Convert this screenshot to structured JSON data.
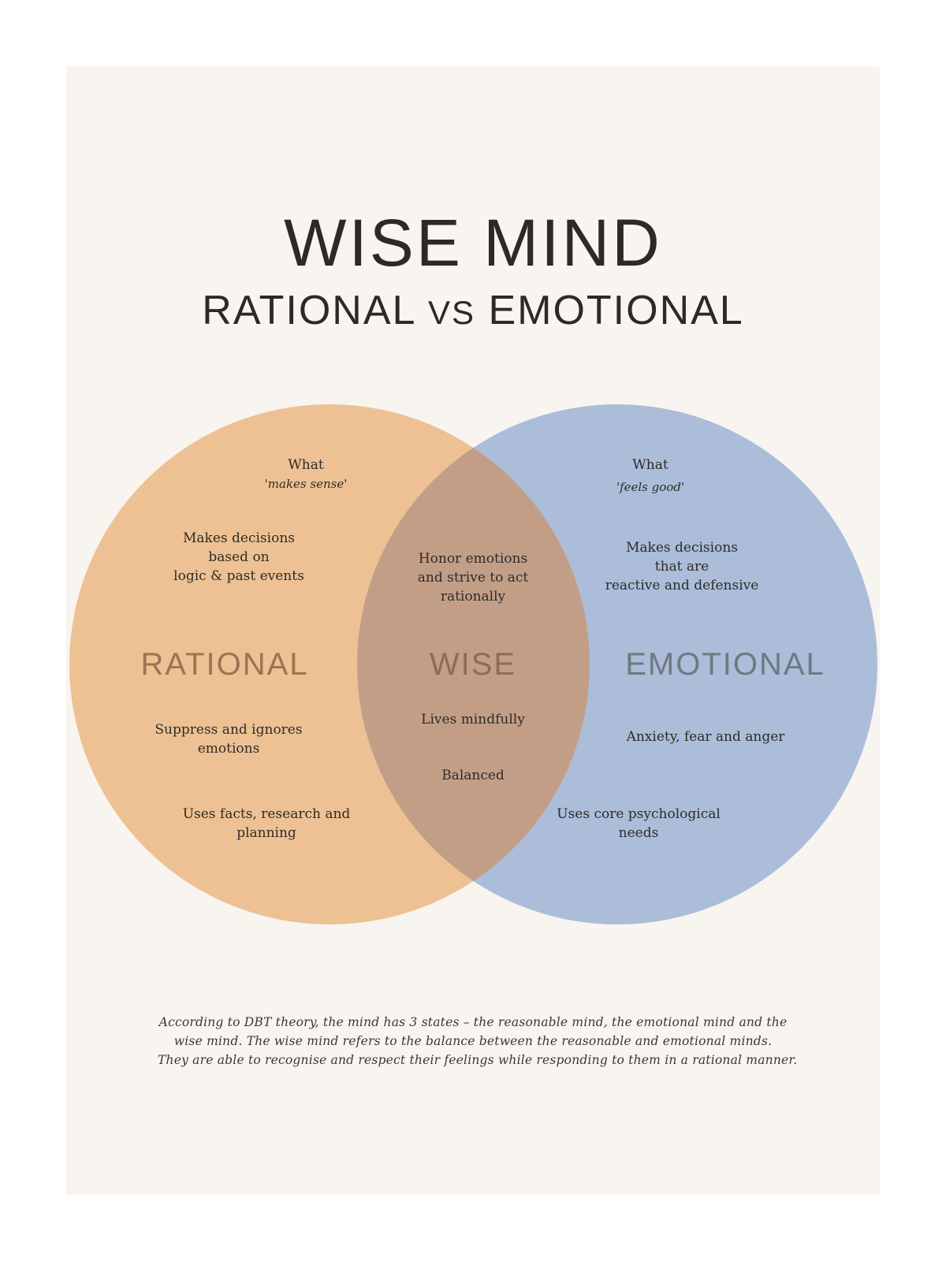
{
  "title": "WISE MIND",
  "subtitle": {
    "left": "RATIONAL",
    "middle": "VS",
    "right": "EMOTIONAL"
  },
  "colors": {
    "rational_circle": "#edc193",
    "emotional_circle": "#abbdd9",
    "overlap": "#c39e87",
    "rational_label": "#9a7553",
    "wise_label": "#8f6b56",
    "emotional_label": "#6f7980"
  },
  "rational": {
    "label": "RATIONAL",
    "what": "What",
    "what_quote": "'makes sense'",
    "decisions": [
      "Makes decisions",
      "based on",
      "logic & past events"
    ],
    "suppress": [
      "Suppress and ignores",
      "emotions"
    ],
    "uses": [
      "Uses facts, research and",
      "planning"
    ]
  },
  "wise": {
    "label": "WISE",
    "honor": [
      "Honor emotions",
      "and strive to act",
      "rationally"
    ],
    "mindful": "Lives mindfully",
    "balanced": "Balanced"
  },
  "emotional": {
    "label": "EMOTIONAL",
    "what": "What",
    "what_quote": "'feels good'",
    "decisions": [
      "Makes decisions",
      "that are",
      "reactive and defensive"
    ],
    "feelings": "Anxiety, fear and anger",
    "uses": [
      "Uses core psychological",
      "needs"
    ]
  },
  "footer": [
    "According to DBT theory, the mind has 3 states – the reasonable mind, the emotional mind and the",
    "wise mind. The wise mind refers to the balance between the reasonable and emotional minds.",
    "They are able to recognise and respect their feelings while responding to them in a rational manner."
  ]
}
